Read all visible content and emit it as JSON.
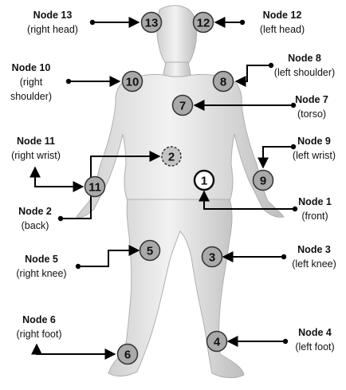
{
  "nodes": [
    {
      "id": "1",
      "name": "Node 1",
      "desc": "(front)",
      "style": "outlined"
    },
    {
      "id": "2",
      "name": "Node 2",
      "desc": "(back)",
      "style": "dashed"
    },
    {
      "id": "3",
      "name": "Node 3",
      "desc": "(left knee)",
      "style": "filled"
    },
    {
      "id": "4",
      "name": "Node 4",
      "desc": "(left foot)",
      "style": "filled"
    },
    {
      "id": "5",
      "name": "Node 5",
      "desc": "(right knee)",
      "style": "filled"
    },
    {
      "id": "6",
      "name": "Node 6",
      "desc": "(right foot)",
      "style": "filled"
    },
    {
      "id": "7",
      "name": "Node 7",
      "desc": "(torso)",
      "style": "filled"
    },
    {
      "id": "8",
      "name": "Node 8",
      "desc": "(left shoulder)",
      "style": "filled"
    },
    {
      "id": "9",
      "name": "Node 9",
      "desc": "(left wrist)",
      "style": "filled"
    },
    {
      "id": "10",
      "name": "Node 10",
      "desc": "(right shoulder)",
      "style": "filled"
    },
    {
      "id": "11",
      "name": "Node 11",
      "desc": "(right wrist)",
      "style": "filled"
    },
    {
      "id": "12",
      "name": "Node 12",
      "desc": "(left head)",
      "style": "filled"
    },
    {
      "id": "13",
      "name": "Node 13",
      "desc": "(right head)",
      "style": "filled"
    }
  ],
  "colors": {
    "node_fill": "#a9a9a9",
    "node_stroke": "#333333",
    "figure_fill": "#dcdcdc",
    "figure_stroke": "#b8b8b8",
    "arrow": "#000000"
  }
}
